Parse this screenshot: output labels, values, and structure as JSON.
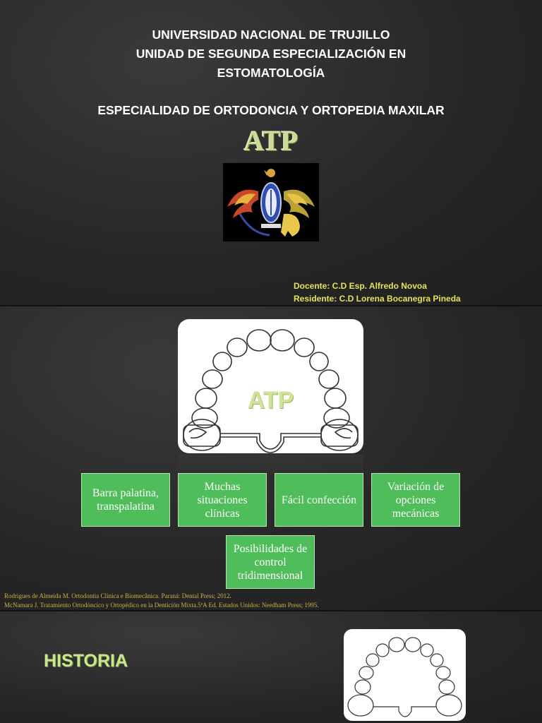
{
  "slide1": {
    "university": [
      "UNIVERSIDAD NACIONAL DE TRUJILLO",
      "UNIDAD DE SEGUNDA ESPECIALIZACIÓN EN",
      "ESTOMATOLOGÍA"
    ],
    "specialty": "ESPECIALIDAD DE ORTODONCIA Y ORTOPEDIA MAXILAR",
    "title": "ATP",
    "docente": "Docente: C.D Esp. Alfredo Novoa",
    "residente": "Residente: C.D Lorena Bocanegra Pineda"
  },
  "slide2": {
    "diagram_label": "ATP",
    "boxes": [
      "Barra palatina, transpalatina",
      "Muchas situaciones clínicas",
      "Fácil confección",
      "Variación de opciones mecánicas",
      "Posibilidades de control tridimensional"
    ],
    "references": [
      "Rodrigues de Almeida M. Ortodontia Clínica e Biomecânica. Paraná: Dental Press; 2012.",
      "McNamara J. Tratamiento Ortodóncico y Ortopédico en la Dentición Mixta.5ªA Ed. Estados Unidos: Needham Press; 1995."
    ]
  },
  "slide3": {
    "heading": "HISTORIA"
  },
  "colors": {
    "background": "#2a2a2b",
    "box_fill": "#4fbd5a",
    "title_green": "#c8dc96",
    "credit_yellow": "#e6e35a",
    "reference_gold": "#c9b443"
  }
}
